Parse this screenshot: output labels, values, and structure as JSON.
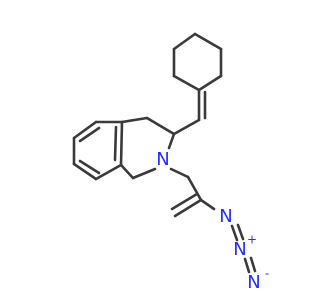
{
  "molecule": {
    "atoms": {
      "ring_nitrogen": {
        "symbol": "N"
      },
      "azide_n1": {
        "symbol": "N"
      },
      "azide_n2": {
        "symbol": "N",
        "charge": "+"
      },
      "azide_n3": {
        "symbol": "N",
        "charge": "-"
      }
    },
    "colors": {
      "bond": "#3a3a3a",
      "nitrogen": "#1f2fff",
      "background": "#ffffff"
    }
  }
}
